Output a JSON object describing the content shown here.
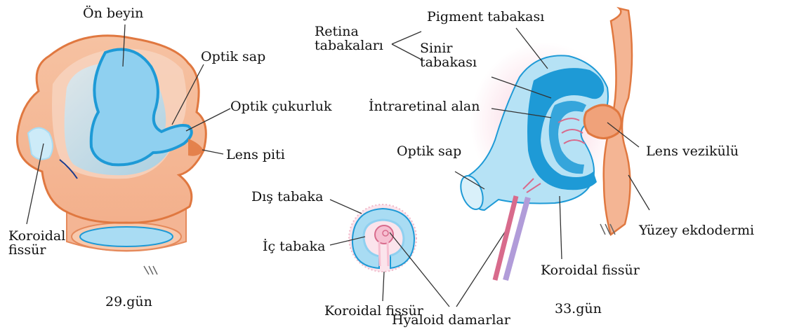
{
  "diagram": {
    "left_panel": {
      "caption": "29.gün",
      "labels": {
        "forebrain": "Ön beyin",
        "optic_stalk": "Optik sap",
        "optic_pit": "Optik çukurluk",
        "lens_pit": "Lens piti",
        "choroid_fissure": "Koroidal fissür"
      }
    },
    "middle_panel": {
      "labels": {
        "outer_layer": "Dış tabaka",
        "inner_layer": "İç tabaka",
        "choroid_fissure": "Koroidal fissür",
        "hyaloid_vessels": "Hyaloid damarlar"
      }
    },
    "right_panel": {
      "caption": "33.gün",
      "labels": {
        "retina_layers": "Retina tabakaları",
        "pigment_layer": "Pigment tabakası",
        "neural_layer": "Sinir tabakası",
        "intraretinal_space": "İntraretinal alan",
        "optic_stalk": "Optik sap",
        "lens_vesicle": "Lens vezikülü",
        "surface_ectoderm": "Yüzey ekdodermi",
        "choroid_fissure": "Koroidal fissür"
      }
    },
    "colors": {
      "ectoderm_orange": "#f0a27a",
      "ectoderm_dark": "#e07840",
      "neural_blue": "#1e9ad6",
      "light_blue": "#a9dcf3",
      "vessel_pink": "#d86b8c",
      "glow_pink": "#f7c6d6"
    }
  }
}
